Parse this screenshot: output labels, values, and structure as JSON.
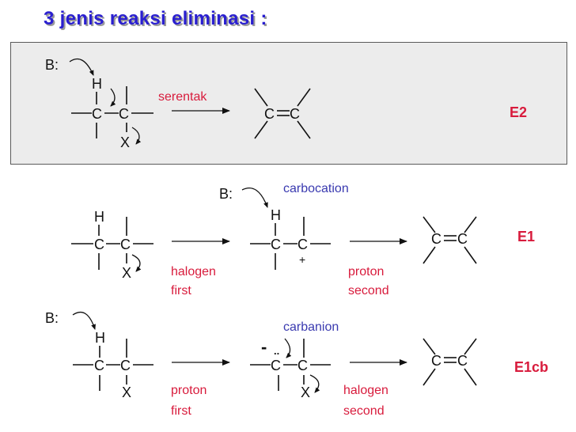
{
  "title": "3 jenis reaksi eliminasi :",
  "atoms": {
    "base": "B:",
    "h": "H",
    "c": "C",
    "x": "X"
  },
  "e2": {
    "condition": "serentak",
    "label": "E2"
  },
  "e1": {
    "intermediate": "carbocation",
    "charge": "+",
    "step1": [
      "halogen",
      "first"
    ],
    "step2": [
      "proton",
      "second"
    ],
    "label": "E1"
  },
  "e1cb": {
    "intermediate": "carbanion",
    "charge": "-",
    "lone_pair": "..",
    "step1": [
      "proton",
      "first"
    ],
    "step2": [
      "halogen",
      "second"
    ],
    "label": "E1cb"
  },
  "colors": {
    "title": "#2a1fd0",
    "condition": "#d81b3c",
    "intermediate": "#3a3ab0",
    "box": "#ececec"
  }
}
